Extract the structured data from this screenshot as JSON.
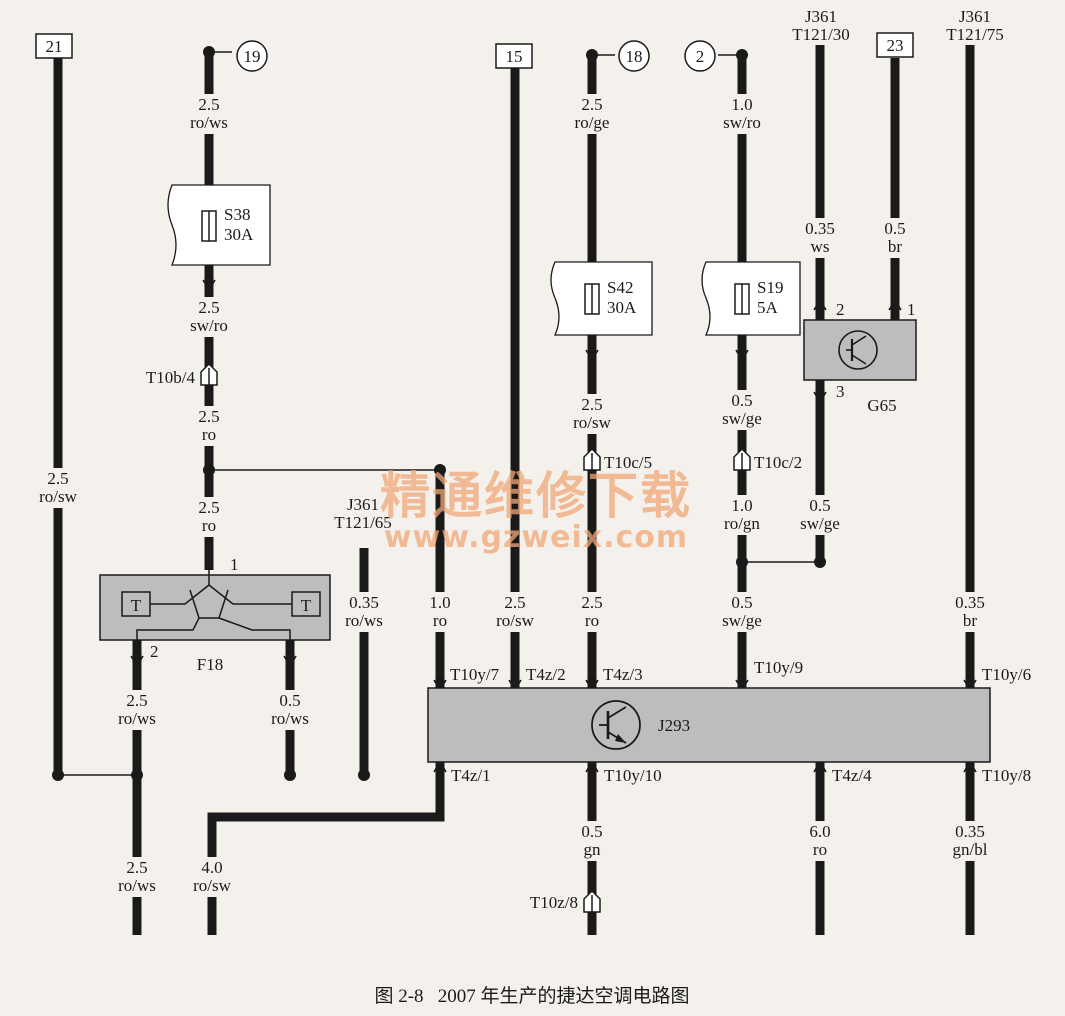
{
  "caption": "图 2-8   2007 年生产的捷达空调电路图",
  "watermark": {
    "line1": "精通维修下载",
    "line2": "www.gzweix.com"
  },
  "terminals": {
    "t21": "21",
    "t15": "15",
    "t23": "23",
    "t19": "19",
    "t18": "18",
    "t2": "2"
  },
  "connectors_top": {
    "j361_a_name": "J361",
    "j361_a_pin": "T121/30",
    "j361_b_name": "J361",
    "j361_b_pin": "T121/75",
    "j361_c_name": "J361",
    "j361_c_pin": "T121/65"
  },
  "fuses": {
    "s38_name": "S38",
    "s38_rating": "30A",
    "s42_name": "S42",
    "s42_rating": "30A",
    "s19_name": "S19",
    "s19_rating": "5A"
  },
  "components": {
    "f18": "F18",
    "f18_pin1": "1",
    "f18_pin2": "2",
    "f18_t_left": "T",
    "f18_t_right": "T",
    "g65": "G65",
    "g65_pin1": "1",
    "g65_pin2": "2",
    "g65_pin3": "3",
    "j293": "J293"
  },
  "plugs": {
    "t10b4": "T10b/4",
    "t10c5": "T10c/5",
    "t10c2": "T10c/2",
    "t10z8": "T10z/8"
  },
  "j293_pins": {
    "t10y7": "T10y/7",
    "t4z2": "T4z/2",
    "t4z3": "T4z/3",
    "t10y9": "T10y/9",
    "t10y6": "T10y/6",
    "t4z1": "T4z/1",
    "t10y10": "T10y/10",
    "t4z4": "T4z/4",
    "t10y8": "T10y/8"
  },
  "wires": {
    "w19_size": "2.5",
    "w19_color": "ro/ws",
    "ws38out_size": "2.5",
    "ws38out_color": "sw/ro",
    "wro_size": "2.5",
    "wro_color": "ro",
    "wf18in_size": "2.5",
    "wf18in_color": "ro",
    "w21_size": "2.5",
    "w21_color": "ro/sw",
    "wf18a_size": "2.5",
    "wf18a_color": "ro/ws",
    "wf18b_size": "0.5",
    "wf18b_color": "ro/ws",
    "w65_size": "0.35",
    "w65_color": "ro/ws",
    "wj7_size": "1.0",
    "wj7_color": "ro",
    "w15_size": "2.5",
    "w15_color": "ro/sw",
    "w18_size": "2.5",
    "w18_color": "ro/ge",
    "ws42out_size": "2.5",
    "ws42out_color": "ro/sw",
    "wj3_size": "2.5",
    "wj3_color": "ro",
    "w2_size": "1.0",
    "w2_color": "sw/ro",
    "ws19out_size": "0.5",
    "ws19out_color": "sw/ge",
    "wrogn_size": "1.0",
    "wrogn_color": "ro/gn",
    "wj9_size": "0.5",
    "wj9_color": "sw/ge",
    "wg65in2_size": "0.35",
    "wg65in2_color": "ws",
    "wg65in1_size": "0.5",
    "wg65in1_color": "br",
    "wg65out_size": "0.5",
    "wg65out_color": "sw/ge",
    "wj6_size": "0.35",
    "wj6_color": "br",
    "wbot1_size": "2.5",
    "wbot1_color": "ro/ws",
    "wbot2_size": "4.0",
    "wbot2_color": "ro/sw",
    "wbot3_size": "0.5",
    "wbot3_color": "gn",
    "wbot4_size": "6.0",
    "wbot4_color": "ro",
    "wbot5_size": "0.35",
    "wbot5_color": "gn/bl"
  }
}
